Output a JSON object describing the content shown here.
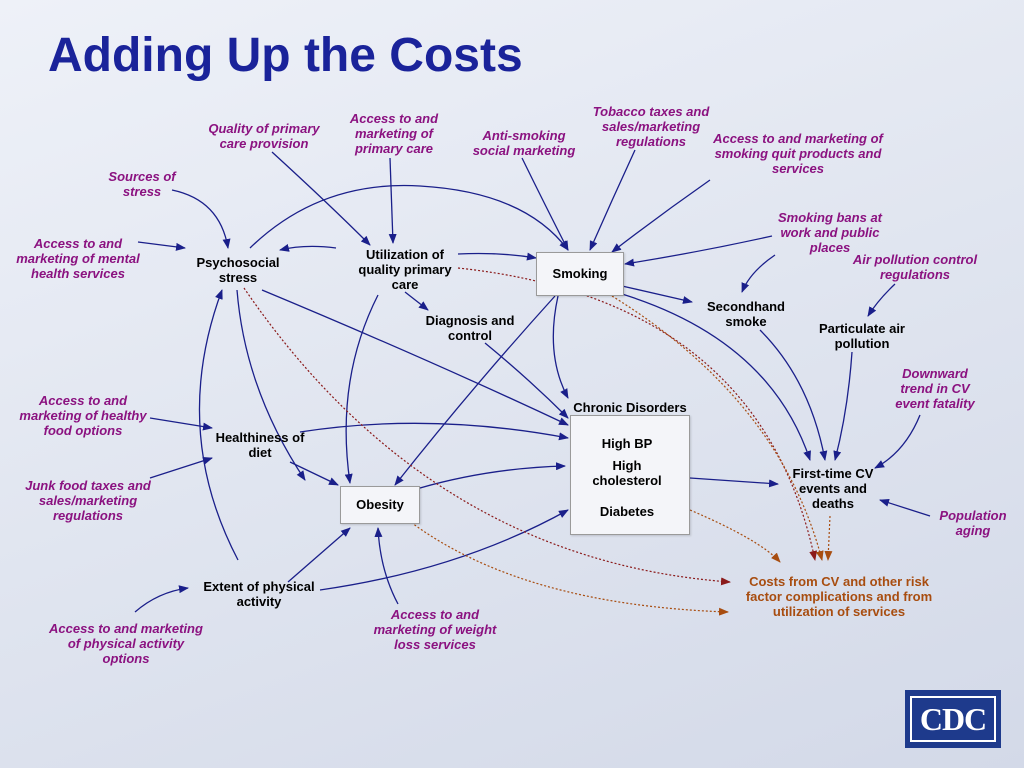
{
  "title": "Adding Up the Costs",
  "colors": {
    "title": "#1a239a",
    "causal_arrow": "#1a1f8a",
    "cost_arrow": "#8b1a1a",
    "external_factor_text": "#8b1280",
    "cost_text": "#a84d10",
    "logo": "#1e3a8c"
  },
  "nodes": {
    "psychosocial_stress": "Psychosocial stress",
    "utilization": "Utilization of quality primary care",
    "smoking": "Smoking",
    "diagnosis": "Diagnosis and control",
    "secondhand": "Secondhand smoke",
    "particulate": "Particulate air pollution",
    "chronic_disorders": "Chronic Disorders",
    "high_bp": "High BP",
    "high_cholesterol": "High cholesterol",
    "diabetes": "Diabetes",
    "healthiness_diet": "Healthiness of diet",
    "obesity": "Obesity",
    "extent_activity": "Extent of physical activity",
    "first_time_cv": "First-time CV events and deaths",
    "costs": "Costs from CV and other risk factor complications and from utilization of services"
  },
  "external_factors": {
    "quality_primary_care": "Quality of primary care provision",
    "access_primary_care": "Access to and marketing of primary care",
    "anti_smoking": "Anti-smoking social marketing",
    "tobacco_taxes": "Tobacco taxes and sales/marketing regulations",
    "quit_products": "Access to and marketing of smoking quit products and services",
    "sources_stress": "Sources of stress",
    "mental_health": "Access to and marketing of mental health services",
    "smoking_bans": "Smoking bans at work and public places",
    "air_pollution_reg": "Air pollution control regulations",
    "downward_trend": "Downward trend in CV event fatality",
    "healthy_food": "Access to and marketing of healthy food options",
    "junk_food": "Junk food taxes and sales/marketing regulations",
    "population_aging": "Population aging",
    "physical_activity_options": "Access to and marketing of physical activity options",
    "weight_loss": "Access to and marketing of weight loss services"
  },
  "logo_text": "CDC"
}
